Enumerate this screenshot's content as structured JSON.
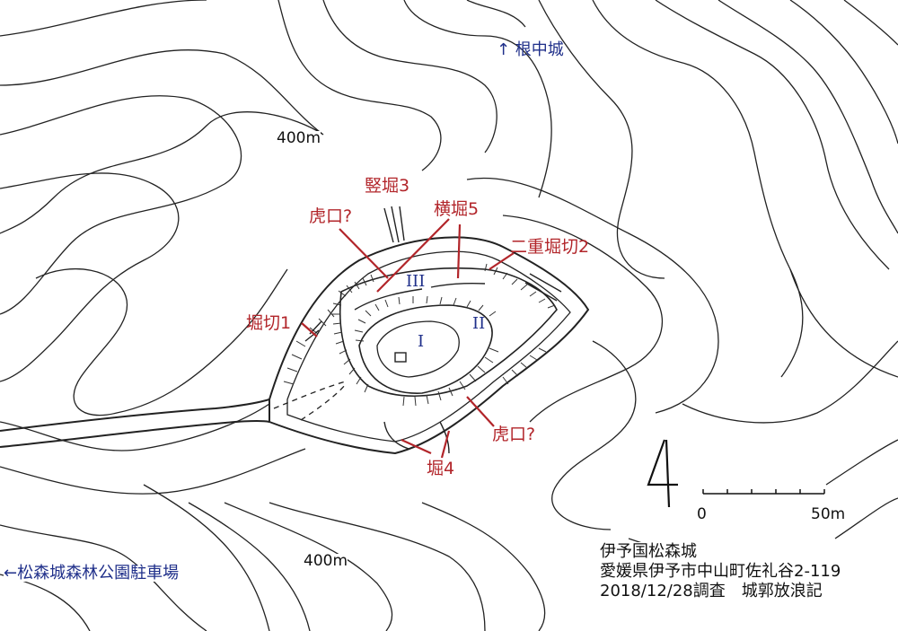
{
  "map": {
    "contour_labels": [
      "400m",
      "400m"
    ],
    "compass_label": "4",
    "feature_labels": {
      "tatebori3": "竪堀3",
      "koguchi_north": "虎口?",
      "yokobori5": "横堀5",
      "nijuu_horikiri2": "二重堀切2",
      "horikiri1": "堀切1",
      "koguchi_south": "虎口?",
      "hori4": "堀4"
    },
    "enclosure_labels": [
      "I",
      "II",
      "III"
    ],
    "directions": {
      "north": "↑ 根中城",
      "west": "←松森城森林公園駐車場"
    },
    "scale": {
      "zero": "0",
      "max": "50m"
    },
    "title_block": {
      "line1": "伊予国松森城",
      "line2": "愛媛県伊予市中山町佐礼谷2-119",
      "line3": "2018/12/28調査　城郭放浪記"
    },
    "colors": {
      "label_red": "#b2252a",
      "label_navy": "#1f2f8a",
      "ink": "#111111"
    }
  }
}
